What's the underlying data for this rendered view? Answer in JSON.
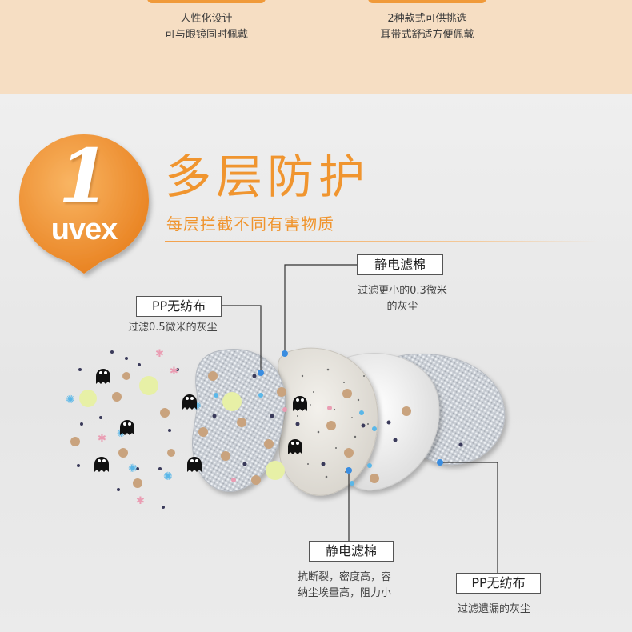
{
  "top": {
    "left_lines": [
      "人性化设计",
      "可与眼镜同时佩戴"
    ],
    "right_lines": [
      "2种款式可供挑选",
      "耳带式舒适方便佩戴"
    ]
  },
  "badge": {
    "number": "1",
    "brand": "uvex"
  },
  "title": "多层防护",
  "subtitle": "每层拦截不同有害物质",
  "labels": {
    "pp_top": {
      "title": "PP无纺布",
      "desc": "过滤0.5微米的灰尘"
    },
    "static_top": {
      "title": "静电滤棉",
      "desc_lines": [
        "过滤更小的0.3微米",
        "的灰尘"
      ]
    },
    "static_bottom": {
      "title": "静电滤棉",
      "desc_lines": [
        "抗断裂，密度高，容",
        "纳尘埃量高，阻力小"
      ]
    },
    "pp_bottom": {
      "title": "PP无纺布",
      "desc": "过滤遗漏的灰尘"
    }
  },
  "colors": {
    "accent": "#f0952f",
    "top_band": "#f6dec3",
    "dot_blue": "#3a8de0"
  }
}
